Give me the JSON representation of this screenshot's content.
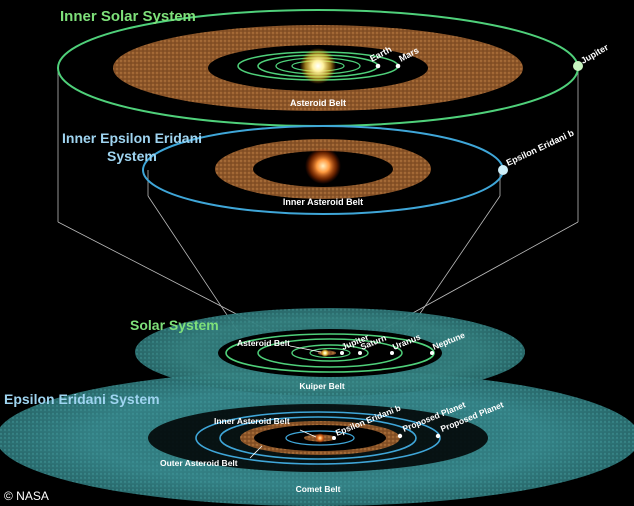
{
  "colors": {
    "background": "#000000",
    "solar_title": "#7ee07a",
    "eridani_title": "#9fd4f0",
    "solar_orbit": "#4fd07a",
    "eridani_orbit": "#3fa6d8",
    "asteroid_belt": "#a86a32",
    "comet_belt": "#3f9aa0",
    "kuiper_belt": "#3a8a88",
    "sun": "#fff2a0",
    "star": "#ff9a40"
  },
  "panels": {
    "inner_solar": {
      "title": "Inner Solar System",
      "planets": [
        "Earth",
        "Mars",
        "Jupiter"
      ],
      "belt": "Asteroid Belt"
    },
    "inner_eridani": {
      "title_line1": "Inner Epsilon Eridani",
      "title_line2": "System",
      "planet": "Epsilon Eridani b",
      "belt": "Inner Asteroid Belt"
    },
    "solar": {
      "title": "Solar System",
      "belt": "Asteroid Belt",
      "planets": [
        "Jupiter",
        "Saturn",
        "Uranus",
        "Neptune"
      ],
      "outer_belt": "Kuiper Belt"
    },
    "eridani": {
      "title": "Epsilon Eridani System",
      "inner_belt": "Inner Asteroid Belt",
      "planet": "Epsilon Eridani b",
      "proposed1": "Proposed Planet",
      "proposed2": "Proposed Planet",
      "outer_belt": "Outer Asteroid Belt",
      "comet_belt": "Comet Belt"
    }
  },
  "credit": "© NASA"
}
